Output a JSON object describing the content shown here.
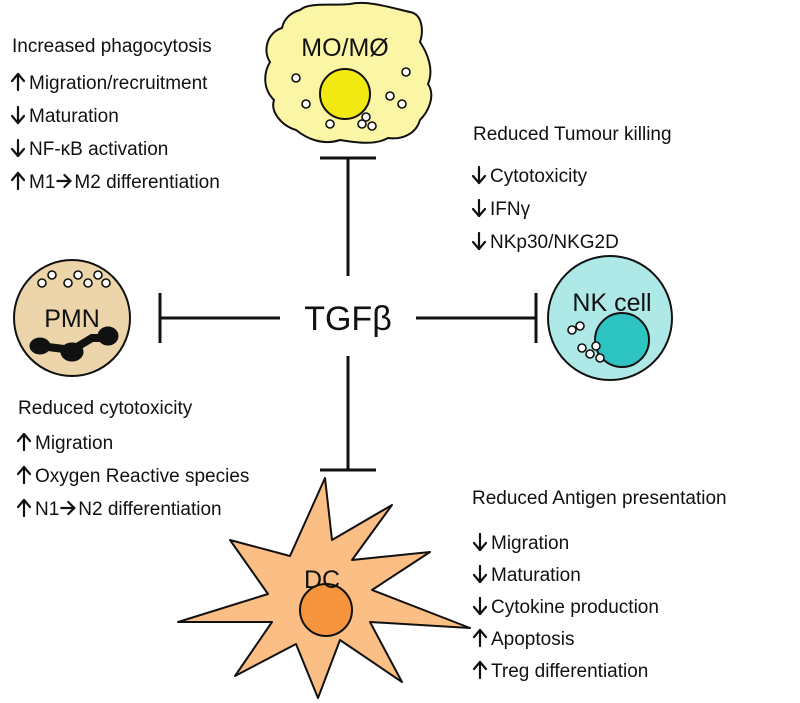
{
  "center_label": "TGFβ",
  "macrophage": {
    "cell_label": "MO/MØ",
    "heading": "Increased phagocytosis",
    "effects": [
      {
        "dir": "up",
        "text": "Migration/recruitment"
      },
      {
        "dir": "down",
        "text": "Maturation"
      },
      {
        "dir": "down",
        "text": "NF-κB activation"
      },
      {
        "dir": "up",
        "from": "M1",
        "to": "M2 differentiation"
      }
    ]
  },
  "nk": {
    "cell_label": "NK cell",
    "heading": "Reduced Tumour killing",
    "effects": [
      {
        "dir": "down",
        "text": "Cytotoxicity"
      },
      {
        "dir": "down",
        "text": "IFNγ"
      },
      {
        "dir": "down",
        "text": "NKp30/NKG2D"
      }
    ]
  },
  "pmn": {
    "cell_label": "PMN",
    "heading": "Reduced cytotoxicity",
    "effects": [
      {
        "dir": "up",
        "text": "Migration"
      },
      {
        "dir": "up",
        "text": "Oxygen Reactive species"
      },
      {
        "dir": "up",
        "from": "N1",
        "to": "N2 differentiation"
      }
    ]
  },
  "dc": {
    "cell_label": "DC",
    "heading": "Reduced Antigen presentation",
    "effects": [
      {
        "dir": "down",
        "text": "Migration"
      },
      {
        "dir": "down",
        "text": "Maturation"
      },
      {
        "dir": "down",
        "text": "Cytokine production"
      },
      {
        "dir": "up",
        "text": "Apoptosis"
      },
      {
        "dir": "up",
        "text": "Treg differentiation"
      }
    ]
  },
  "colors": {
    "macrophage_fill": "#fbf5a6",
    "macrophage_nucleus": "#f2e812",
    "nk_fill": "#aee9e7",
    "nk_nucleus": "#2cc3c0",
    "pmn_fill": "#ecd5aa",
    "dc_fill": "#fbbe85",
    "dc_nucleus": "#f7953e",
    "stroke": "#111111"
  }
}
